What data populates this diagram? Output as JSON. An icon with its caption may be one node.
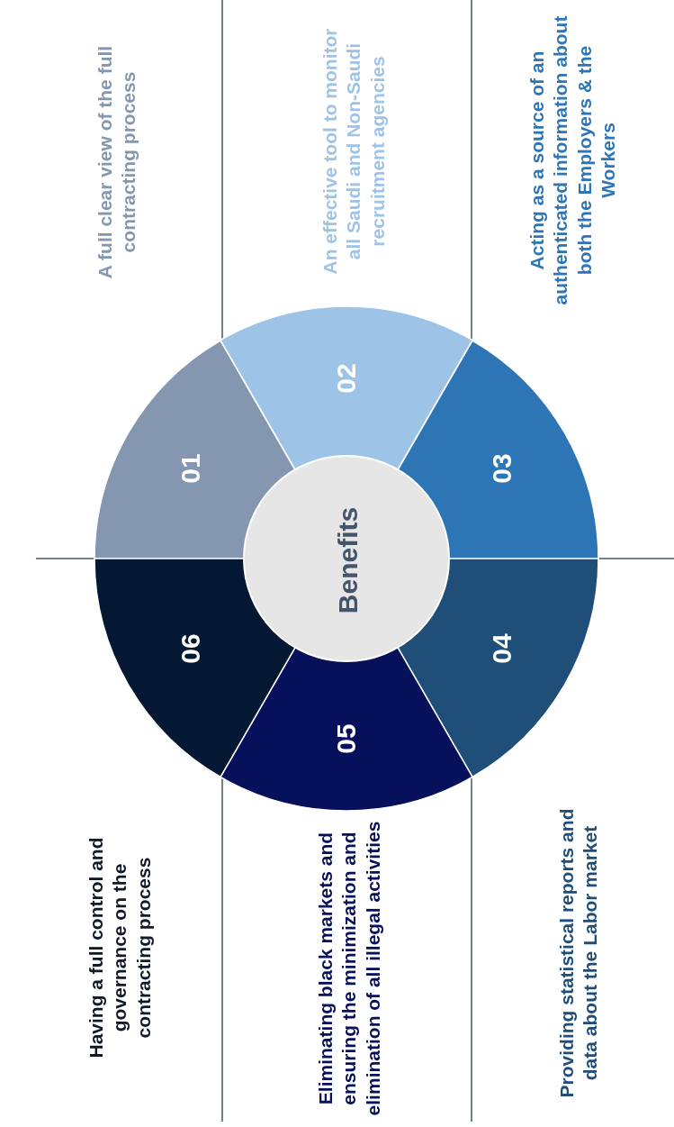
{
  "diagram": {
    "nodes": [
      {
        "text": [
          "Benefits"
        ]
      },
      {
        "text": [
          "01"
        ],
        "beside": [
          "A full clear view of the full contracting process"
        ]
      },
      {
        "text": [
          "02"
        ],
        "beside": [
          "An effective tool to monitor all Saudi and Non-Saudi recruitment agencies"
        ]
      },
      {
        "text": [
          "03"
        ],
        "beside": [
          "Acting as a source of an authenticated information about both the Employers & the Workers"
        ]
      },
      {
        "text": [
          "04"
        ],
        "beside": [
          "Providing statistical reports and data about the Labor market"
        ]
      },
      {
        "text": [
          "05"
        ],
        "beside": [
          "Eliminating black markets and ensuring the minimization and elimination of all illegal activities"
        ]
      },
      {
        "text": [
          "06"
        ],
        "beside": [
          "Having a full control and governance on the contracting process"
        ]
      }
    ],
    "edges": []
  }
}
